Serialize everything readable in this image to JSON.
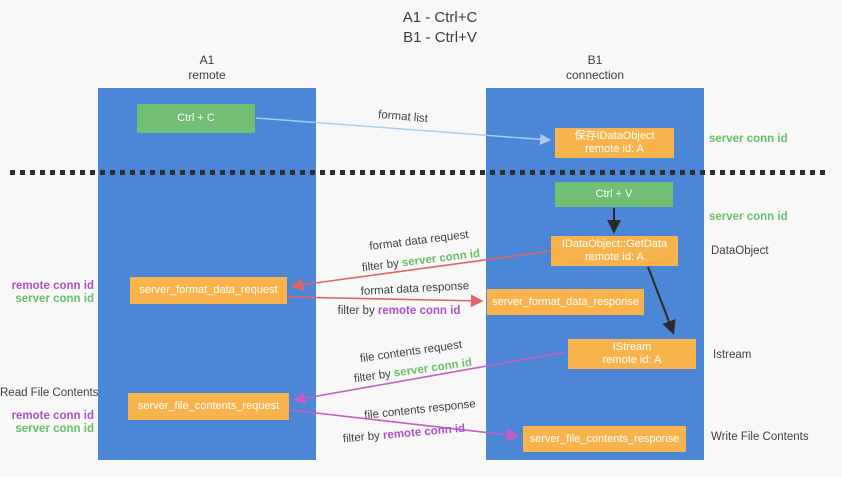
{
  "title": {
    "line1": "A1 - Ctrl+C",
    "line2": "B1 - Ctrl+V"
  },
  "lanes": {
    "a1": {
      "title": "A1",
      "subtitle": "remote"
    },
    "b1": {
      "title": "B1",
      "subtitle": "connection"
    }
  },
  "nodes": {
    "ctrl_c": {
      "label": "Ctrl + C"
    },
    "ctrl_v": {
      "label": "Ctrl + V"
    },
    "save_idataobject": {
      "line1": "保存IDataObject",
      "line2": "remote id: A"
    },
    "idataobject_getdata": {
      "line1": "IDataObject::GetData",
      "line2": "remote id: A"
    },
    "server_format_data_request": {
      "label": "server_format_data_request"
    },
    "server_format_data_response": {
      "label": "server_format_data_response"
    },
    "istream": {
      "line1": "IStream",
      "line2": "remote id: A"
    },
    "server_file_contents_request": {
      "label": "server_file_contents_request"
    },
    "server_file_contents_response": {
      "label": "server_file_contents_response"
    }
  },
  "edge_labels": {
    "format_list": "format list",
    "format_data_request": "format data request",
    "format_data_response": "format data response",
    "file_contents_request": "file contents request",
    "file_contents_response": "file contents response",
    "filter_by": "filter by",
    "server_conn_id": "server conn id",
    "remote_conn_id": "remote conn id"
  },
  "side_labels": {
    "right_server_conn_id_top": "server conn id",
    "right_server_conn_id_mid": "server conn id",
    "data_object": "DataObject",
    "istream": "Istream",
    "write_file_contents": "Write File Contents",
    "read_file_contents": "Read File Contents",
    "left_remote_conn_id_top": "remote conn id",
    "left_server_conn_id_top": "server conn id",
    "left_remote_conn_id_bottom": "remote conn id",
    "left_server_conn_id_bottom": "server conn id"
  },
  "colors": {
    "lane_blue": "#4b86d7",
    "node_green": "#70bf75",
    "node_orange": "#f8b34d",
    "green_text": "#6abe6a",
    "purple_text": "#a952c1",
    "arrow_red": "#e06666",
    "arrow_magenta": "#c45ec4",
    "arrow_blue": "#a8cdf0",
    "arrow_black": "#2b2b2b",
    "text_dark": "#3f3f3f",
    "background": "#f8f8f8"
  }
}
